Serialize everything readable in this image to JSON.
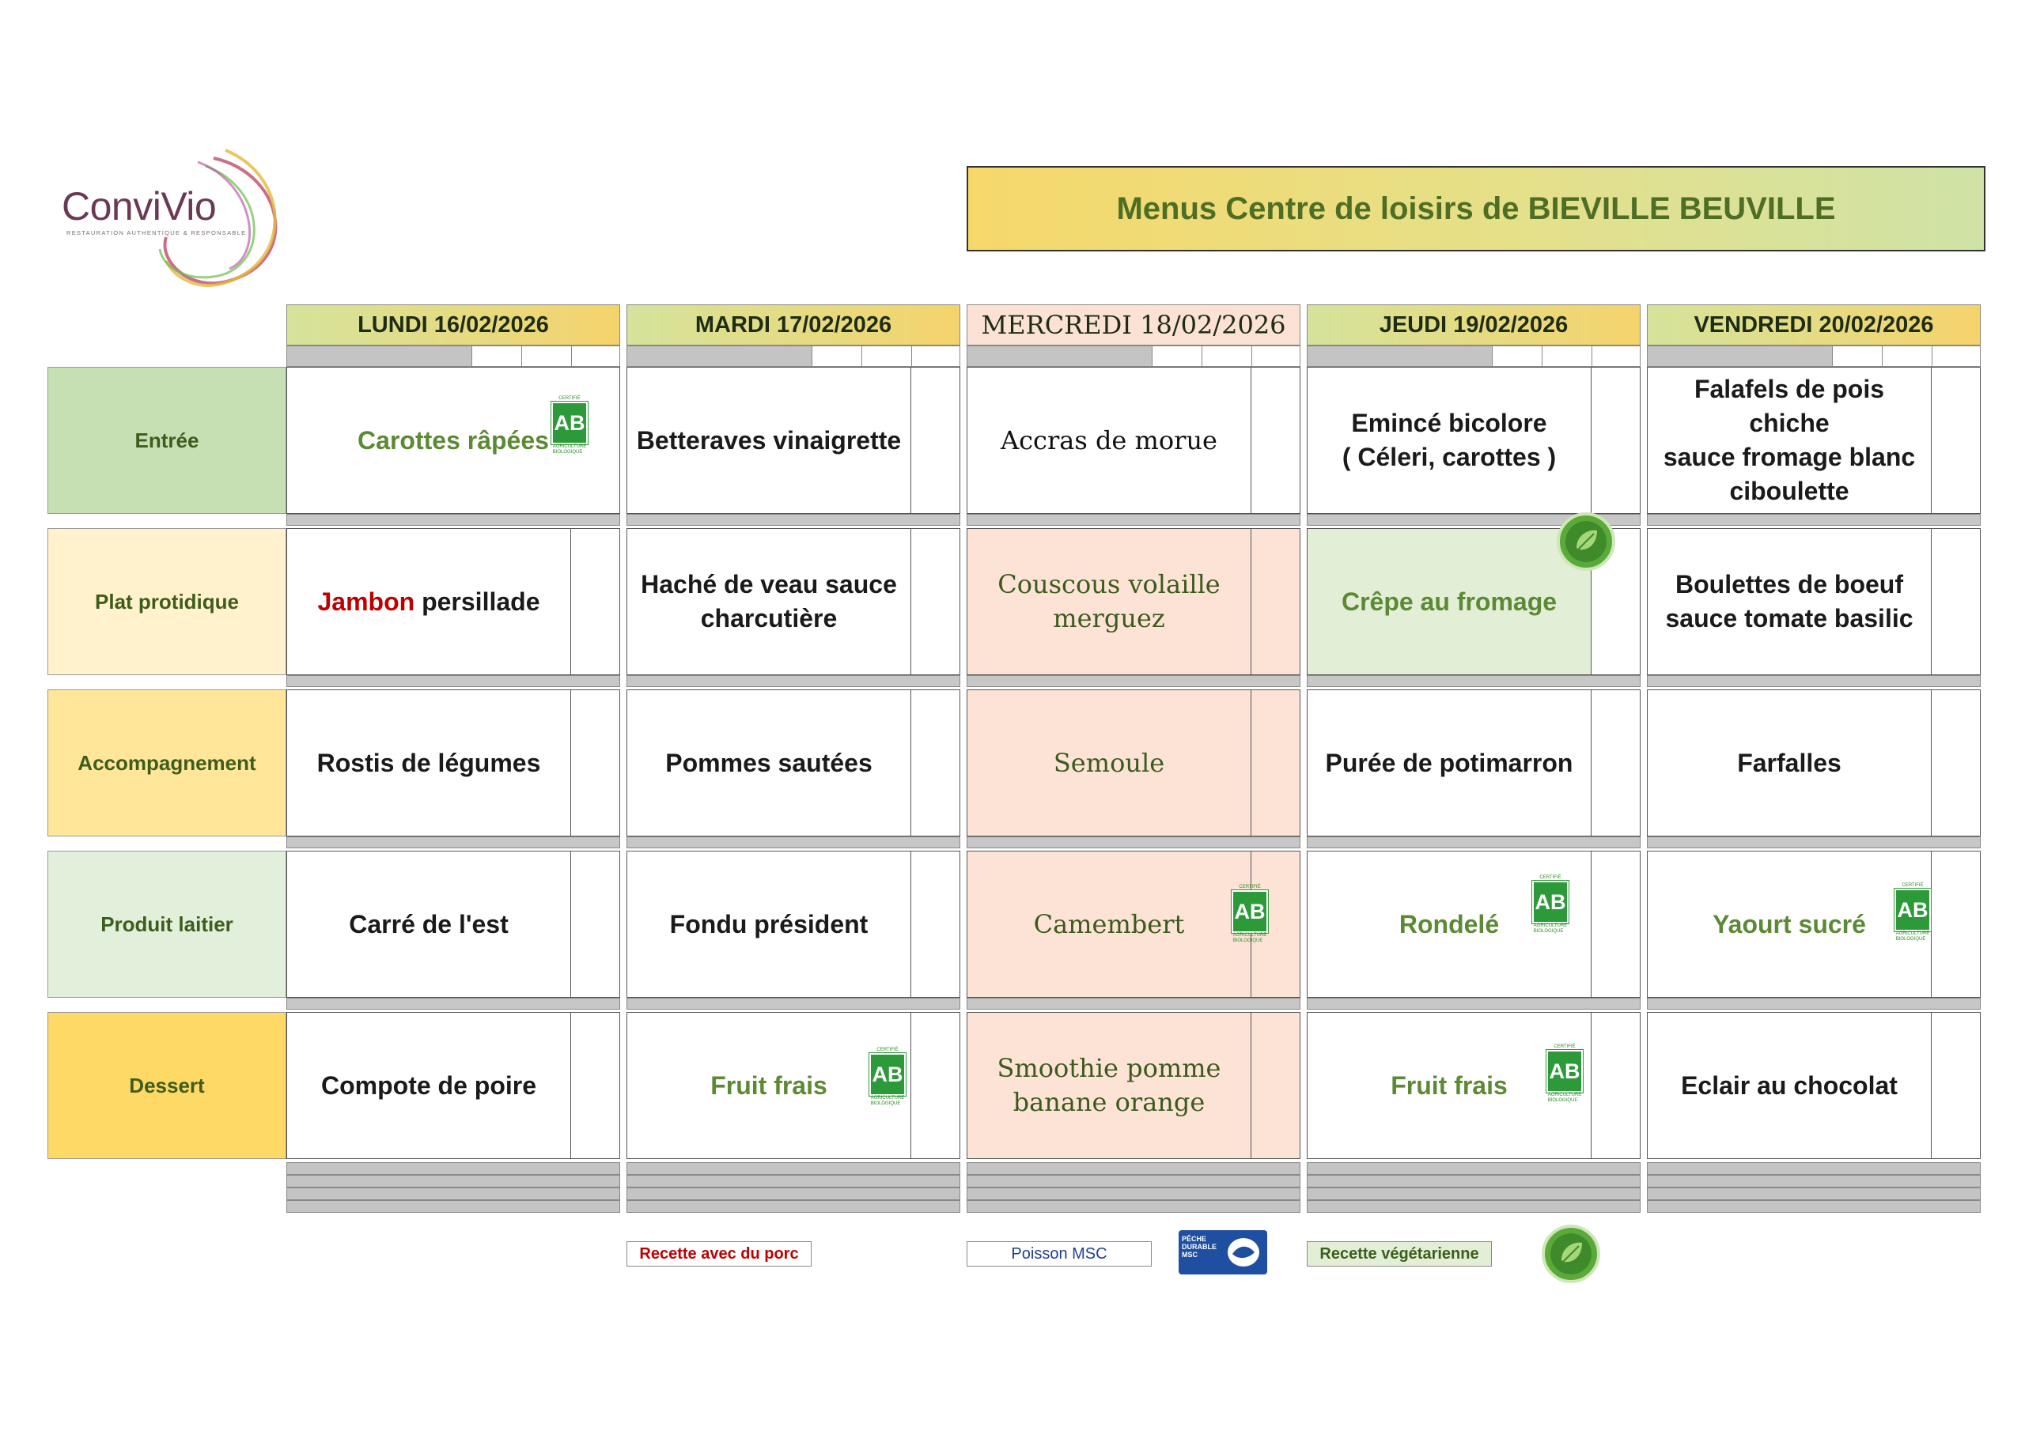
{
  "brand": {
    "name": "ConviVio",
    "tagline": "RESTAURATION AUTHENTIQUE & RESPONSABLE"
  },
  "title": "Menus Centre de loisirs de BIEVILLE BEUVILLE",
  "days": [
    {
      "label": "LUNDI  16/02/2026"
    },
    {
      "label": "MARDI 17/02/2026"
    },
    {
      "label": "MERCREDI 18/02/2026"
    },
    {
      "label": "JEUDI 19/02/2026"
    },
    {
      "label": "VENDREDI 20/02/2026"
    }
  ],
  "categories": [
    {
      "label": "Entrée",
      "color": "#c6e0b4"
    },
    {
      "label": "Plat protidique",
      "color": "#fff2cc"
    },
    {
      "label": "Accompagnement",
      "color": "#ffe699"
    },
    {
      "label": "Produit laitier",
      "color": "#e2efda"
    },
    {
      "label": "Dessert",
      "color": "#ffd966"
    }
  ],
  "menu": {
    "entree": [
      {
        "text": "Carottes râpées",
        "bio": true
      },
      {
        "text": "Betteraves vinaigrette"
      },
      {
        "text": "Accras de morue"
      },
      {
        "text": "Emincé bicolore\n( Céleri, carottes )"
      },
      {
        "text": "Falafels de pois chiche\nsauce fromage blanc\nciboulette"
      }
    ],
    "plat": [
      {
        "text_pork": "Jambon",
        "text": " persillade"
      },
      {
        "text": "Haché de veau sauce\ncharcutière"
      },
      {
        "text": "Couscous volaille\nmerguez"
      },
      {
        "text": "Crêpe au fromage",
        "vegetarian": true
      },
      {
        "text": "Boulettes de boeuf\nsauce tomate basilic"
      }
    ],
    "accompagnement": [
      {
        "text": "Rostis de légumes"
      },
      {
        "text": "Pommes sautées"
      },
      {
        "text": "Semoule"
      },
      {
        "text": "Purée de potimarron"
      },
      {
        "text": "Farfalles"
      }
    ],
    "laitier": [
      {
        "text": "Carré de l'est"
      },
      {
        "text": "Fondu président"
      },
      {
        "text": "Camembert",
        "bio": true
      },
      {
        "text": "Rondelé",
        "bio": true
      },
      {
        "text": "Yaourt sucré",
        "bio": true
      }
    ],
    "dessert": [
      {
        "text": "Compote de poire"
      },
      {
        "text": "Fruit frais",
        "bio": true
      },
      {
        "text": "Smoothie pomme\nbanane orange"
      },
      {
        "text": "Fruit frais",
        "bio": true
      },
      {
        "text": "Eclair au chocolat"
      }
    ]
  },
  "badge_ab": "AB",
  "legend": {
    "pork": "Recette avec du porc",
    "msc": "Poisson MSC",
    "msc_logo_text": "PÊCHE DURABLE MSC",
    "vegetarian": "Recette végétarienne"
  },
  "colors": {
    "title_text": "#4d6e24",
    "pork_red": "#c00000",
    "msc_blue": "#1f3f8f",
    "bio_green": "#2d9a3a",
    "wednesday_bg": "#fce3d6",
    "vegetarian_bg": "#e2efd6"
  }
}
